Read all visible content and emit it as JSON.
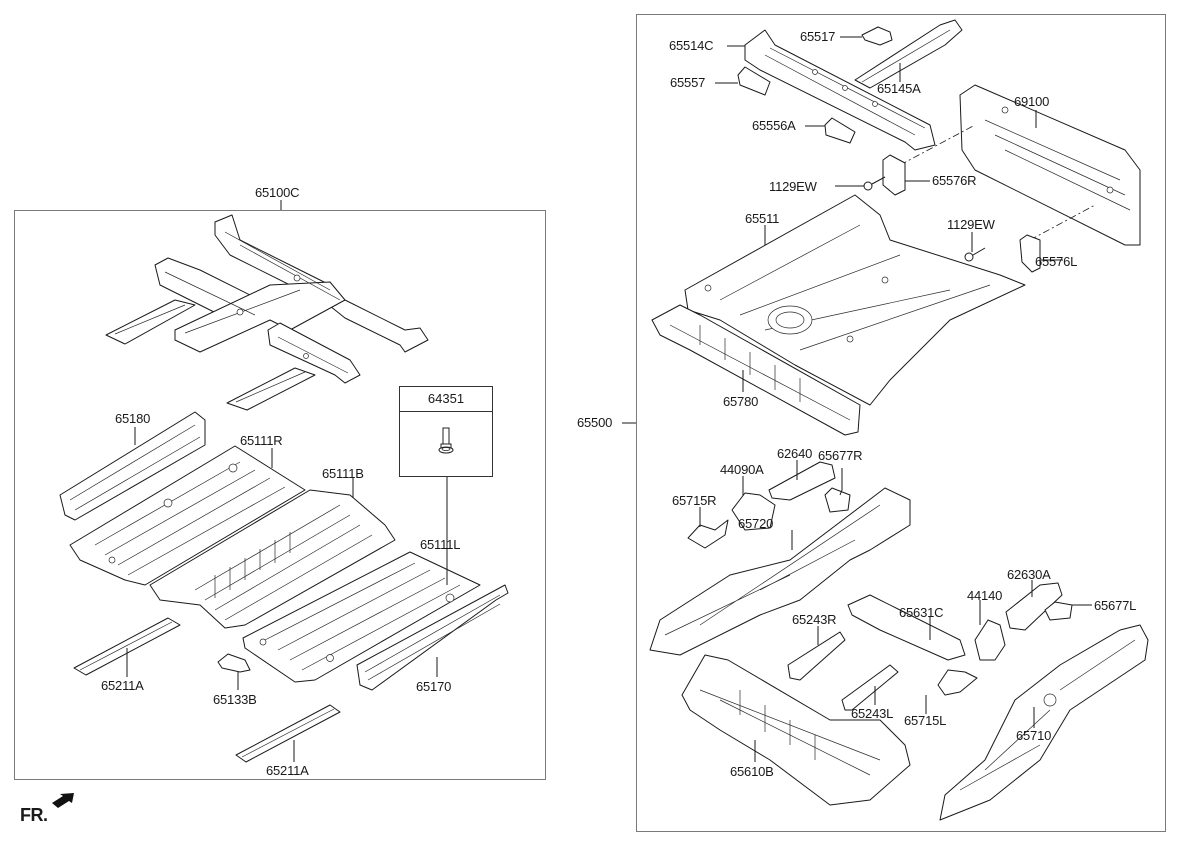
{
  "diagram": {
    "type": "exploded-parts-diagram",
    "subject": "Floor panel assembly",
    "orientation_marker": "FR.",
    "groups": [
      {
        "id": "left",
        "assembly_label": "65100C",
        "parts": [
          {
            "label": "65180"
          },
          {
            "label": "65111R"
          },
          {
            "label": "65111B"
          },
          {
            "label": "65111L"
          },
          {
            "label": "65211A"
          },
          {
            "label": "65133B"
          },
          {
            "label": "65170"
          },
          {
            "label": "65211A"
          }
        ],
        "callout": {
          "label": "64351",
          "icon": "bolt-icon"
        }
      },
      {
        "id": "right",
        "assembly_label": "65500",
        "parts": [
          {
            "label": "65514C"
          },
          {
            "label": "65517"
          },
          {
            "label": "65557"
          },
          {
            "label": "65145A"
          },
          {
            "label": "69100"
          },
          {
            "label": "65556A"
          },
          {
            "label": "1129EW"
          },
          {
            "label": "65576R"
          },
          {
            "label": "65511"
          },
          {
            "label": "1129EW"
          },
          {
            "label": "65576L"
          },
          {
            "label": "65780"
          },
          {
            "label": "62640"
          },
          {
            "label": "65677R"
          },
          {
            "label": "44090A"
          },
          {
            "label": "65715R"
          },
          {
            "label": "65720"
          },
          {
            "label": "62630A"
          },
          {
            "label": "44140"
          },
          {
            "label": "65677L"
          },
          {
            "label": "65243R"
          },
          {
            "label": "65631C"
          },
          {
            "label": "65243L"
          },
          {
            "label": "65715L"
          },
          {
            "label": "65710"
          },
          {
            "label": "65610B"
          }
        ]
      }
    ]
  }
}
